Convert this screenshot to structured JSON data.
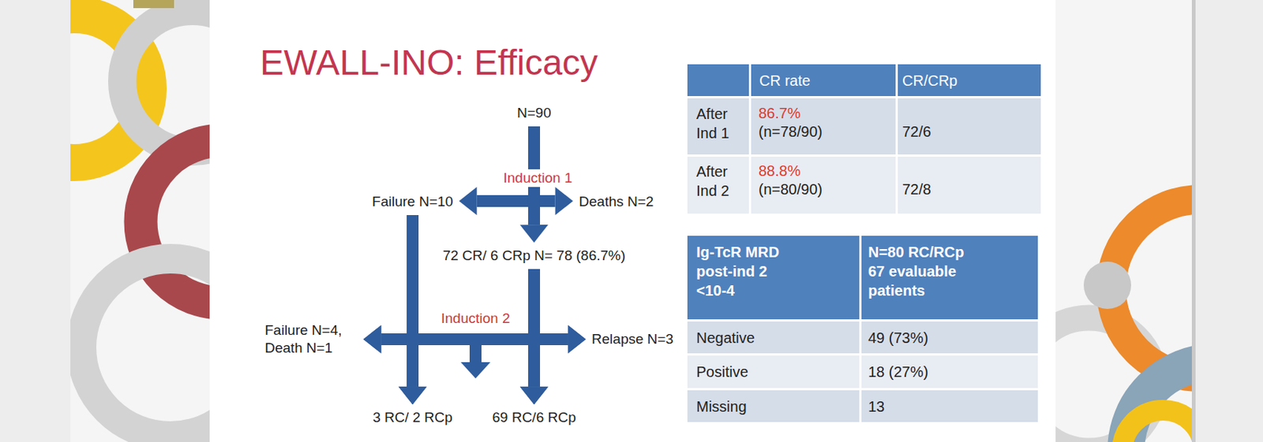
{
  "diagram": {
    "title": "EWALL-INO: Efficacy",
    "nodes": [
      {
        "text": [
          "N=90"
        ]
      },
      {
        "text": [
          "Failure N=10"
        ]
      },
      {
        "text": [
          "Deaths N=2"
        ]
      },
      {
        "text": [
          "72 CR/ 6 CRp N= 78 (86.7%)"
        ]
      },
      {
        "text": [
          "Failure N=4, Death N=1"
        ]
      },
      {
        "text": [
          "Relapse N=3"
        ]
      },
      {
        "text": [
          "3 RC/ 2 RCp"
        ]
      },
      {
        "text": [
          "69 RC/6 RCp"
        ]
      }
    ],
    "edges": [
      {
        "from": 0,
        "to": 1,
        "arrow": "to"
      },
      {
        "from": 0,
        "to": 2,
        "arrow": "to"
      },
      {
        "from": 0,
        "to": 3,
        "arrow": "to"
      },
      {
        "from": 1,
        "to": 4,
        "arrow": "to"
      },
      {
        "from": 1,
        "to": 5,
        "arrow": "to"
      },
      {
        "from": 1,
        "to": 6,
        "arrow": "to"
      },
      {
        "from": 1,
        "to": 7,
        "arrow": "to"
      },
      {
        "from": 3,
        "to": 4,
        "arrow": "to"
      },
      {
        "from": 3,
        "to": 5,
        "arrow": "to"
      },
      {
        "from": 3,
        "to": 6,
        "arrow": "to"
      },
      {
        "from": 3,
        "to": 7,
        "arrow": "to"
      }
    ],
    "labels": [
      "Induction 1",
      "Induction 2",
      "CR rate",
      "CR/CRp",
      "After Ind 1",
      "86.7%",
      "(n=78/90)",
      "72/6",
      "After Ind 2",
      "88.8%",
      "(n=80/90)",
      "72/8",
      "Ig-TcR MRD post-ind 2 <10-4",
      "N=80 RC/RCp 67 evaluable patients",
      "Negative",
      "49 (73%)",
      "Positive",
      "18 (27%)",
      "Missing",
      "13"
    ]
  }
}
